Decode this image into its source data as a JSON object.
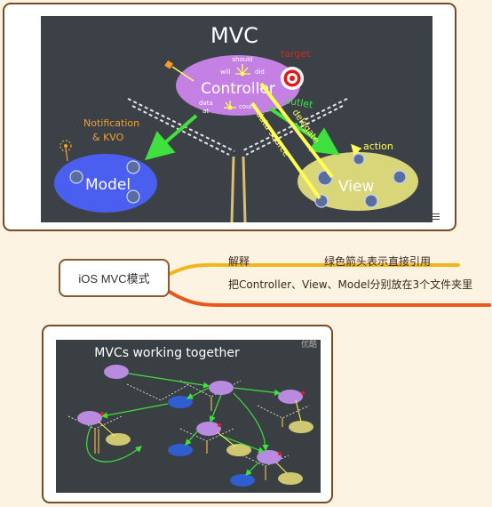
{
  "top_image": {
    "title": "MVC",
    "controller": {
      "label": "Controller",
      "should": "should",
      "will": "will",
      "did": "did",
      "data": "data",
      "at": "at",
      "count": "count"
    },
    "model_label": "Model",
    "view_label": "View",
    "notification": "Notification",
    "kvo": "& KVO",
    "target": "target",
    "outlet": "outlet",
    "delegate": "delegate",
    "data_source": "data source",
    "action": "action"
  },
  "mindmap": {
    "topic": "iOS MVC模式",
    "branch_1": {
      "label": "解释",
      "note": "绿色箭头表示直接引用"
    },
    "branch_2": {
      "label": "把Controller、View、Model分别放在3个文件夹里"
    },
    "colors": {
      "branch_1": "#f2b619",
      "branch_2": "#e8571b",
      "card_border": "#7a4a22",
      "background": "#fdf3e2"
    }
  },
  "bottom_image": {
    "title": "MVCs working together",
    "watermark": "优酷"
  }
}
